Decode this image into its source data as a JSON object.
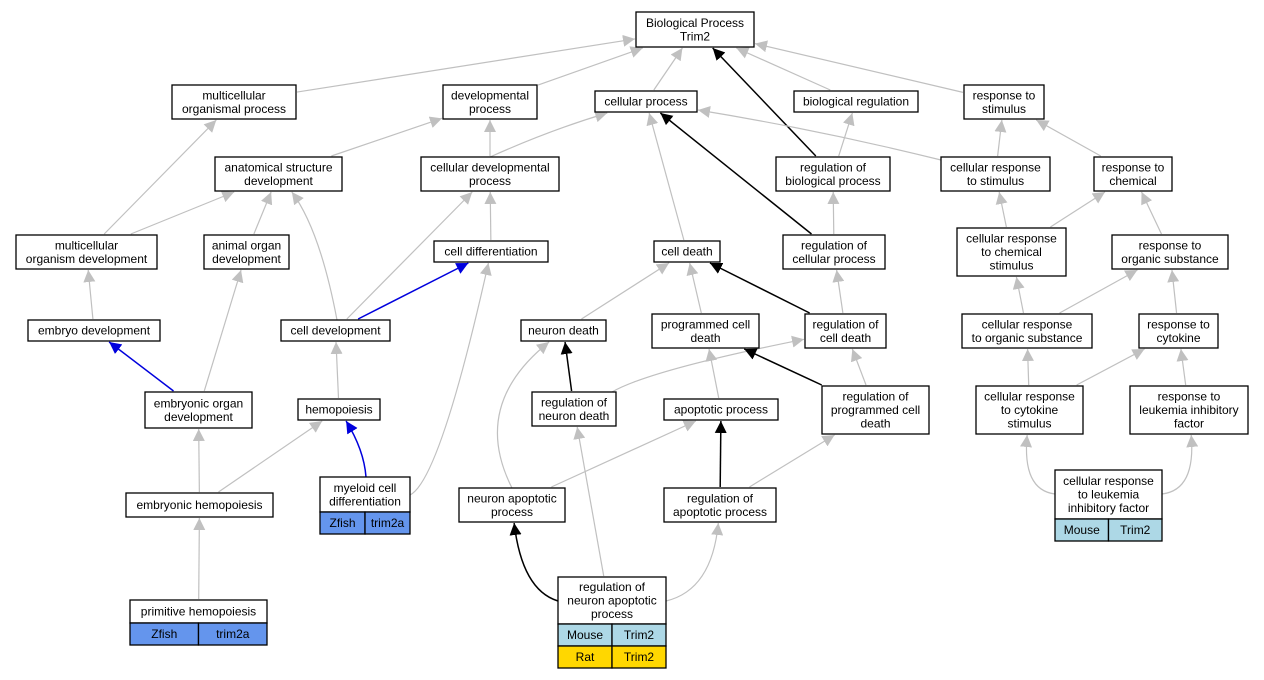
{
  "colors": {
    "edge_gray": "#c0c0c0",
    "edge_black": "#000000",
    "edge_blue": "#0000dd",
    "zfish": "#6495ed",
    "mouse": "#add8e6",
    "rat": "#ffd700"
  },
  "nodes": [
    {
      "id": "bp",
      "lines": [
        "Biological Process",
        "Trim2"
      ]
    },
    {
      "id": "mop",
      "lines": [
        "multicellular",
        "organismal process"
      ]
    },
    {
      "id": "devp",
      "lines": [
        "developmental",
        "process"
      ]
    },
    {
      "id": "cellp",
      "lines": [
        "cellular process"
      ]
    },
    {
      "id": "bioreg",
      "lines": [
        "biological regulation"
      ]
    },
    {
      "id": "rts",
      "lines": [
        "response to",
        "stimulus"
      ]
    },
    {
      "id": "asd",
      "lines": [
        "anatomical structure",
        "development"
      ]
    },
    {
      "id": "cdp",
      "lines": [
        "cellular developmental",
        "process"
      ]
    },
    {
      "id": "rbp",
      "lines": [
        "regulation of",
        "biological process"
      ]
    },
    {
      "id": "crs",
      "lines": [
        "cellular response",
        "to stimulus"
      ]
    },
    {
      "id": "rtc",
      "lines": [
        "response to",
        "chemical"
      ]
    },
    {
      "id": "mod",
      "lines": [
        "multicellular",
        "organism development"
      ]
    },
    {
      "id": "aod",
      "lines": [
        "animal organ",
        "development"
      ]
    },
    {
      "id": "celldiff",
      "lines": [
        "cell differentiation"
      ]
    },
    {
      "id": "celldeath",
      "lines": [
        "cell death"
      ]
    },
    {
      "id": "rcp",
      "lines": [
        "regulation of",
        "cellular process"
      ]
    },
    {
      "id": "crcs",
      "lines": [
        "cellular response",
        "to chemical",
        "stimulus"
      ]
    },
    {
      "id": "rtos",
      "lines": [
        "response to",
        "organic substance"
      ]
    },
    {
      "id": "embdev",
      "lines": [
        "embryo development"
      ]
    },
    {
      "id": "celldev",
      "lines": [
        "cell development"
      ]
    },
    {
      "id": "neurondeath",
      "lines": [
        "neuron death"
      ]
    },
    {
      "id": "pcd",
      "lines": [
        "programmed cell",
        "death"
      ]
    },
    {
      "id": "rcd",
      "lines": [
        "regulation of",
        "cell death"
      ]
    },
    {
      "id": "cros",
      "lines": [
        "cellular response",
        "to organic substance"
      ]
    },
    {
      "id": "rtcyt",
      "lines": [
        "response to",
        "cytokine"
      ]
    },
    {
      "id": "eod",
      "lines": [
        "embryonic organ",
        "development"
      ]
    },
    {
      "id": "hemo",
      "lines": [
        "hemopoiesis"
      ]
    },
    {
      "id": "rnd",
      "lines": [
        "regulation of",
        "neuron death"
      ]
    },
    {
      "id": "apop",
      "lines": [
        "apoptotic process"
      ]
    },
    {
      "id": "rpcd",
      "lines": [
        "regulation of",
        "programmed cell",
        "death"
      ]
    },
    {
      "id": "crcyt",
      "lines": [
        "cellular response",
        "to cytokine",
        "stimulus"
      ]
    },
    {
      "id": "rtlif",
      "lines": [
        "response to",
        "leukemia inhibitory",
        "factor"
      ]
    },
    {
      "id": "embhemo",
      "lines": [
        "embryonic hemopoiesis"
      ]
    },
    {
      "id": "mcd",
      "lines": [
        "myeloid cell",
        "differentiation"
      ],
      "species": [
        {
          "species": "Zfish",
          "gene": "trim2a",
          "color": "#6495ed"
        }
      ]
    },
    {
      "id": "nap",
      "lines": [
        "neuron apoptotic",
        "process"
      ]
    },
    {
      "id": "rap",
      "lines": [
        "regulation of",
        "apoptotic process"
      ]
    },
    {
      "id": "crlif",
      "lines": [
        "cellular response",
        "to leukemia",
        "inhibitory factor"
      ],
      "species": [
        {
          "species": "Mouse",
          "gene": "Trim2",
          "color": "#add8e6"
        }
      ]
    },
    {
      "id": "primhemo",
      "lines": [
        "primitive hemopoiesis"
      ],
      "species": [
        {
          "species": "Zfish",
          "gene": "trim2a",
          "color": "#6495ed"
        }
      ]
    },
    {
      "id": "rnap",
      "lines": [
        "regulation of",
        "neuron apoptotic",
        "process"
      ],
      "species": [
        {
          "species": "Mouse",
          "gene": "Trim2",
          "color": "#add8e6"
        },
        {
          "species": "Rat",
          "gene": "Trim2",
          "color": "#ffd700"
        }
      ]
    }
  ],
  "edges": [
    {
      "from": "mop",
      "to": "bp",
      "color": "gray"
    },
    {
      "from": "devp",
      "to": "bp",
      "color": "gray"
    },
    {
      "from": "cellp",
      "to": "bp",
      "color": "gray"
    },
    {
      "from": "bioreg",
      "to": "bp",
      "color": "gray"
    },
    {
      "from": "rts",
      "to": "bp",
      "color": "gray"
    },
    {
      "from": "rbp",
      "to": "bp",
      "color": "black"
    },
    {
      "from": "asd",
      "to": "devp",
      "color": "gray"
    },
    {
      "from": "cdp",
      "to": "devp",
      "color": "gray"
    },
    {
      "from": "cdp",
      "to": "cellp",
      "color": "gray"
    },
    {
      "from": "rbp",
      "to": "bioreg",
      "color": "gray"
    },
    {
      "from": "crs",
      "to": "cellp",
      "color": "gray"
    },
    {
      "from": "crs",
      "to": "rts",
      "color": "gray"
    },
    {
      "from": "rtc",
      "to": "rts",
      "color": "gray"
    },
    {
      "from": "mod",
      "to": "mop",
      "color": "gray"
    },
    {
      "from": "mod",
      "to": "asd",
      "color": "gray"
    },
    {
      "from": "aod",
      "to": "asd",
      "color": "gray"
    },
    {
      "from": "celldiff",
      "to": "cdp",
      "color": "gray"
    },
    {
      "from": "celldeath",
      "to": "cellp",
      "color": "gray"
    },
    {
      "from": "rcp",
      "to": "rbp",
      "color": "gray"
    },
    {
      "from": "rcp",
      "to": "cellp",
      "color": "black"
    },
    {
      "from": "crcs",
      "to": "crs",
      "color": "gray"
    },
    {
      "from": "crcs",
      "to": "rtc",
      "color": "gray"
    },
    {
      "from": "rtos",
      "to": "rtc",
      "color": "gray"
    },
    {
      "from": "embdev",
      "to": "mod",
      "color": "gray"
    },
    {
      "from": "celldev",
      "to": "asd",
      "color": "gray"
    },
    {
      "from": "celldev",
      "to": "cdp",
      "color": "gray"
    },
    {
      "from": "celldev",
      "to": "celldiff",
      "color": "blue"
    },
    {
      "from": "neurondeath",
      "to": "celldeath",
      "color": "gray"
    },
    {
      "from": "pcd",
      "to": "celldeath",
      "color": "gray"
    },
    {
      "from": "rcd",
      "to": "celldeath",
      "color": "black"
    },
    {
      "from": "rcd",
      "to": "rcp",
      "color": "gray"
    },
    {
      "from": "cros",
      "to": "crcs",
      "color": "gray"
    },
    {
      "from": "cros",
      "to": "rtos",
      "color": "gray"
    },
    {
      "from": "rtcyt",
      "to": "rtos",
      "color": "gray"
    },
    {
      "from": "eod",
      "to": "embdev",
      "color": "blue"
    },
    {
      "from": "eod",
      "to": "aod",
      "color": "gray"
    },
    {
      "from": "hemo",
      "to": "celldev",
      "color": "gray"
    },
    {
      "from": "rnd",
      "to": "neurondeath",
      "color": "black"
    },
    {
      "from": "rnd",
      "to": "rcd",
      "color": "gray"
    },
    {
      "from": "apop",
      "to": "pcd",
      "color": "gray"
    },
    {
      "from": "rpcd",
      "to": "pcd",
      "color": "black"
    },
    {
      "from": "rpcd",
      "to": "rcd",
      "color": "gray"
    },
    {
      "from": "crcyt",
      "to": "cros",
      "color": "gray"
    },
    {
      "from": "crcyt",
      "to": "rtcyt",
      "color": "gray"
    },
    {
      "from": "rtlif",
      "to": "rtcyt",
      "color": "gray"
    },
    {
      "from": "embhemo",
      "to": "eod",
      "color": "gray"
    },
    {
      "from": "embhemo",
      "to": "hemo",
      "color": "gray"
    },
    {
      "from": "mcd",
      "to": "hemo",
      "color": "blue"
    },
    {
      "from": "mcd",
      "to": "celldiff",
      "color": "gray"
    },
    {
      "from": "nap",
      "to": "neurondeath",
      "color": "gray"
    },
    {
      "from": "nap",
      "to": "apop",
      "color": "gray"
    },
    {
      "from": "rap",
      "to": "apop",
      "color": "black"
    },
    {
      "from": "rap",
      "to": "rpcd",
      "color": "gray"
    },
    {
      "from": "crlif",
      "to": "crcyt",
      "color": "gray"
    },
    {
      "from": "crlif",
      "to": "rtlif",
      "color": "gray"
    },
    {
      "from": "primhemo",
      "to": "embhemo",
      "color": "gray"
    },
    {
      "from": "rnap",
      "to": "rnd",
      "color": "gray"
    },
    {
      "from": "rnap",
      "to": "nap",
      "color": "black"
    },
    {
      "from": "rnap",
      "to": "rap",
      "color": "gray"
    }
  ]
}
